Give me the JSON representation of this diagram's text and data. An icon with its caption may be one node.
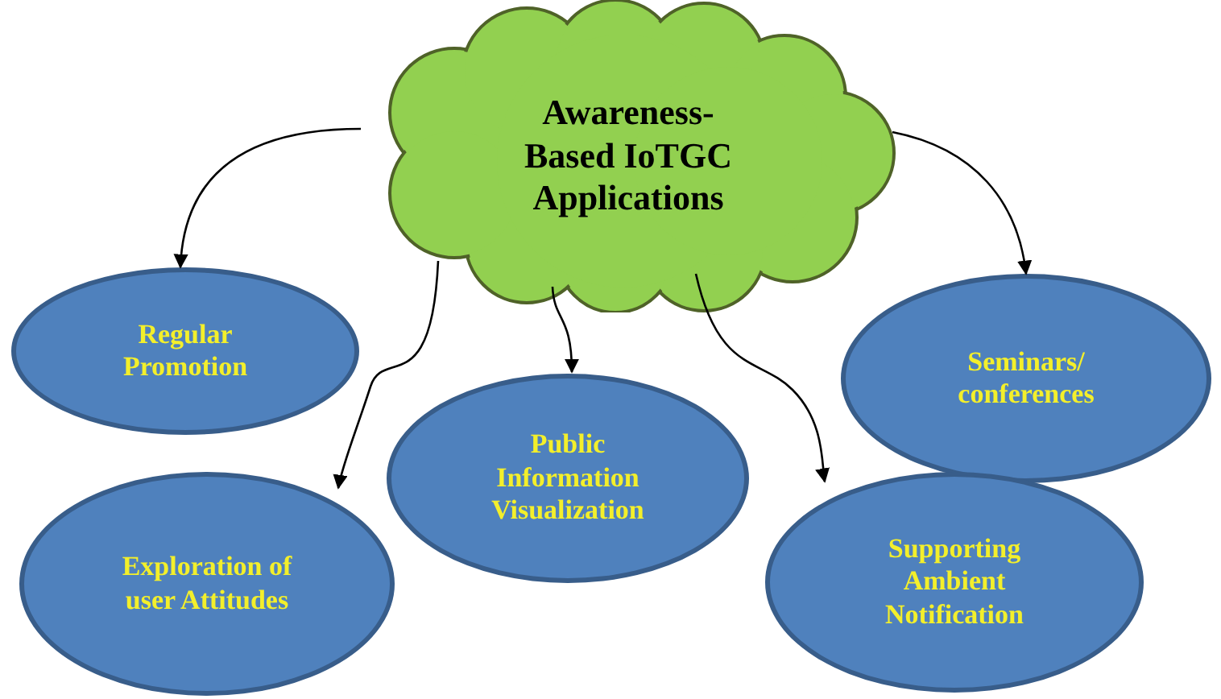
{
  "diagram": {
    "nodes": [
      {
        "text": [
          "Awareness-Based IoTGC Applications"
        ]
      },
      {
        "text": [
          "Regular Promotion"
        ]
      },
      {
        "text": [
          "Seminars/ conferences"
        ]
      },
      {
        "text": [
          "Public Information Visualization"
        ]
      },
      {
        "text": [
          "Exploration of user Attitudes"
        ]
      },
      {
        "text": [
          "Supporting Ambient Notification"
        ]
      }
    ],
    "edges": [
      {
        "from": 0,
        "to": 1,
        "arrow": "to"
      },
      {
        "from": 0,
        "to": 4,
        "arrow": "to"
      },
      {
        "from": 0,
        "to": 3,
        "arrow": "to"
      },
      {
        "from": 0,
        "to": 5,
        "arrow": "to"
      },
      {
        "from": 0,
        "to": 2,
        "arrow": "to"
      }
    ]
  }
}
